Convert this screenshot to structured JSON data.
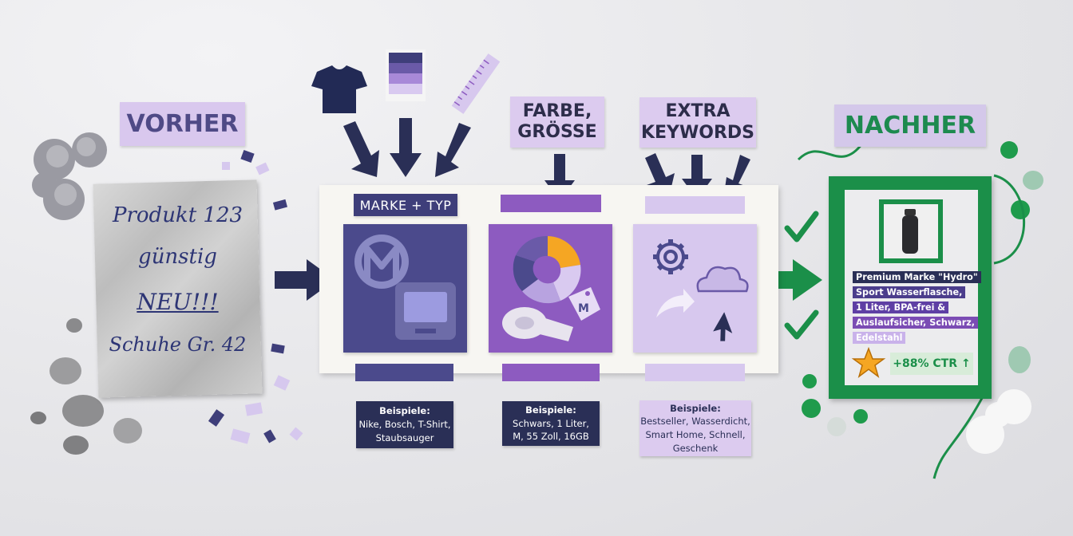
{
  "before": {
    "label": "VORHER",
    "note_lines": [
      "Produkt 123",
      "günstig",
      "NEU!!!",
      "Schuhe Gr. 42"
    ]
  },
  "after": {
    "label": "NACHHER",
    "title_lines": [
      "Premium Marke \"Hydro\"",
      "Sport Wasserflasche,",
      "1 Liter, BPA-frei &",
      "Auslaufsicher, Schwarz,",
      "Edelstahl"
    ],
    "ctr": "+88% CTR"
  },
  "steps": [
    {
      "label": "MARKE + TYP",
      "examples_title": "Beispiele:",
      "examples": [
        "Nike, Bosch, T-Shirt,",
        "Staubsauger"
      ]
    },
    {
      "label_lines": [
        "FARBE,",
        "GRÖSSE"
      ],
      "examples_title": "Beispiele:",
      "examples": [
        "Schwars, 1 Liter,",
        "M, 55 Zoll, 16GB"
      ]
    },
    {
      "label_lines": [
        "EXTRA",
        "KEYWORDS"
      ],
      "examples_title": "Beispiele:",
      "examples": [
        "Bestseller, Wasserdicht,",
        "Smart Home, Schnell,",
        "Geschenk"
      ]
    }
  ],
  "icons": {
    "tshirt": "tshirt-icon",
    "swatch": "color-swatch-icon",
    "ruler": "ruler-icon",
    "brand": "brand-logo-icon",
    "monitor": "monitor-icon",
    "donut": "color-wheel-icon",
    "tape": "measuring-tape-icon",
    "tag": "size-tag-icon",
    "gear": "gear-icon",
    "cloud": "cloud-icon",
    "share": "share-arrow-icon",
    "cursor": "cursor-icon",
    "bottle": "water-bottle-icon",
    "star": "star-icon",
    "check": "checkmark-icon"
  },
  "colors": {
    "navy": "#2a2f56",
    "indigo": "#4b4a8c",
    "purple": "#8d5bc0",
    "lavender": "#d7c8ee",
    "green": "#1b8f49",
    "orange": "#f5a623"
  }
}
